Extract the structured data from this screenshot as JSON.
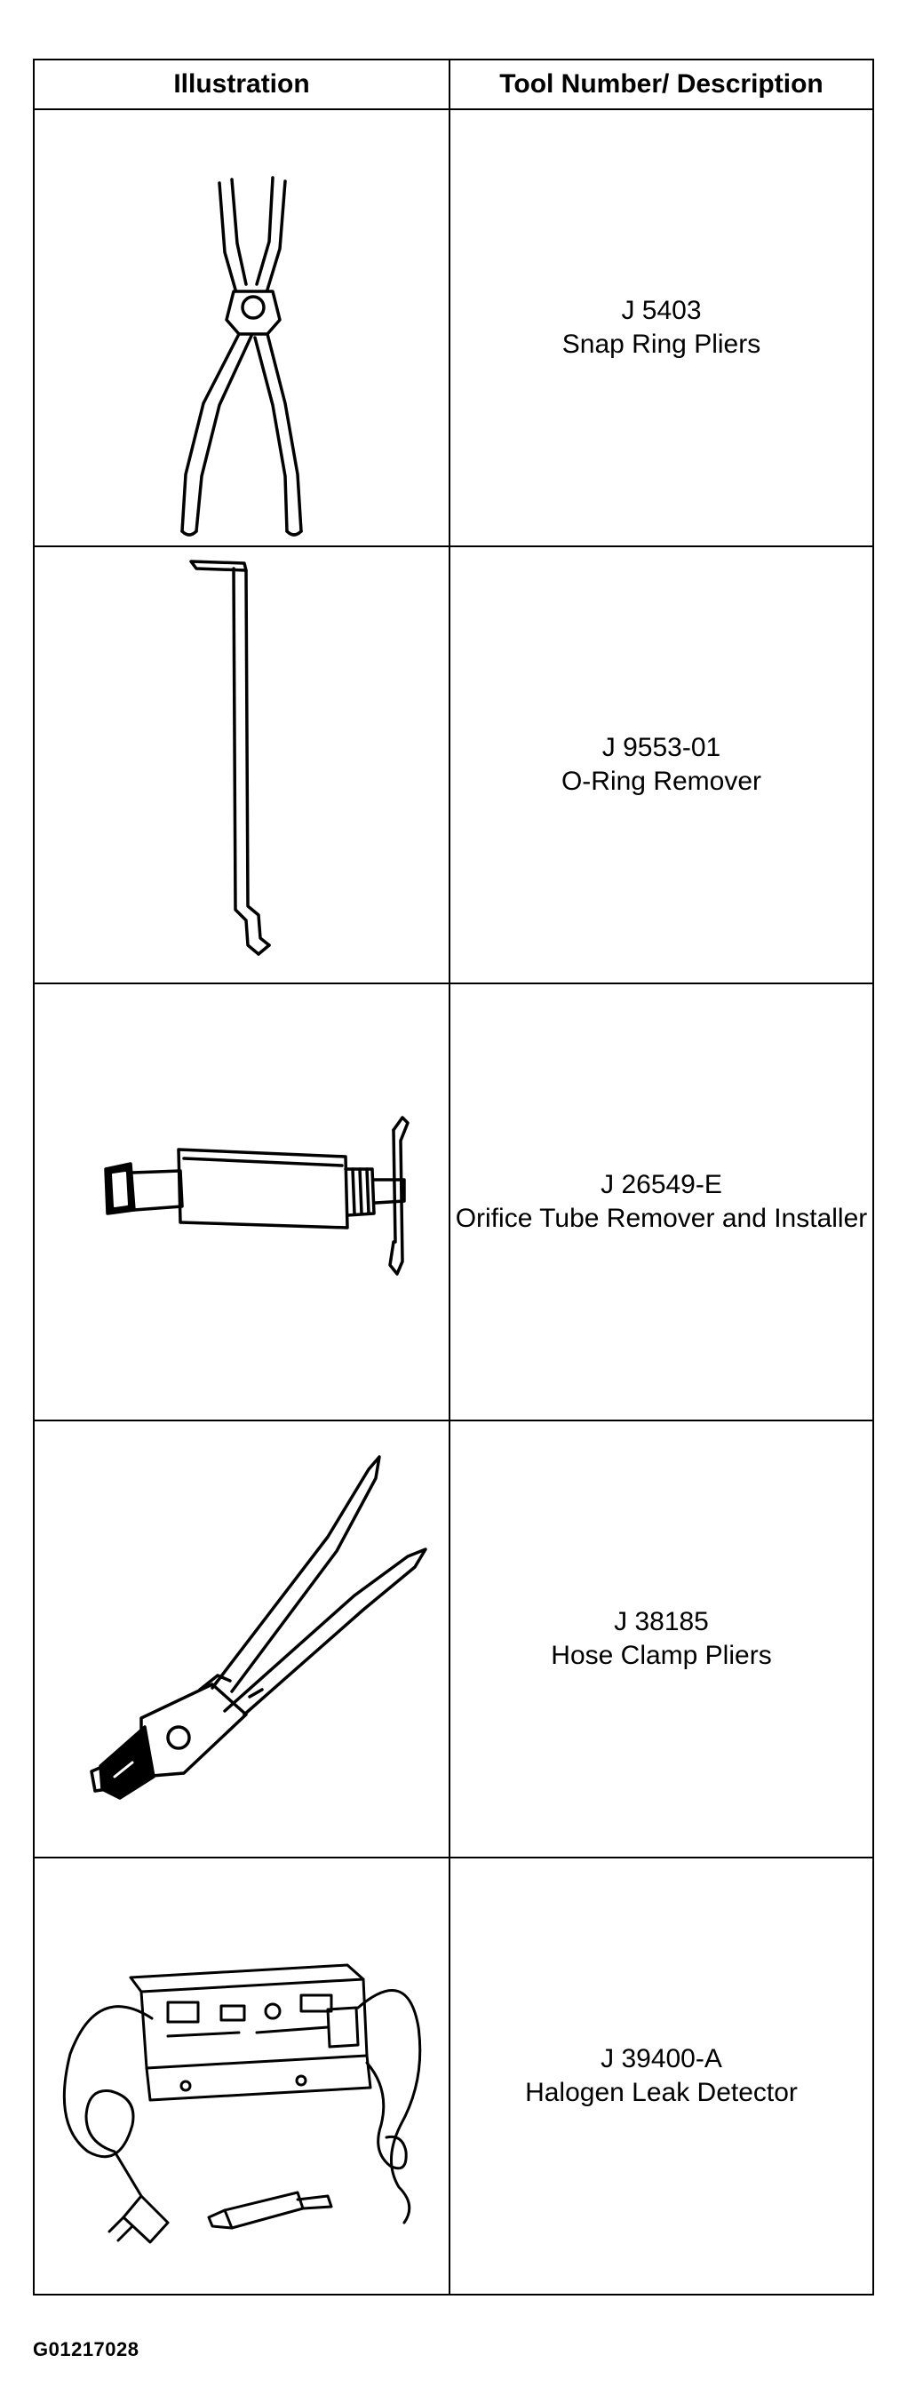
{
  "table": {
    "headers": {
      "illustration": "Illustration",
      "tool_number_description": "Tool Number/ Description"
    },
    "rows": [
      {
        "tool_number": "J 5403",
        "description": "Snap Ring Pliers",
        "icon": "snap-ring-pliers-icon"
      },
      {
        "tool_number": "J 9553-01",
        "description": "O-Ring Remover",
        "icon": "o-ring-remover-icon"
      },
      {
        "tool_number": "J 26549-E",
        "description": "Orifice Tube Remover and Installer",
        "icon": "orifice-tube-remover-icon"
      },
      {
        "tool_number": "J 38185",
        "description": "Hose Clamp Pliers",
        "icon": "hose-clamp-pliers-icon"
      },
      {
        "tool_number": "J 39400-A",
        "description": "Halogen Leak Detector",
        "icon": "halogen-leak-detector-icon"
      }
    ]
  },
  "figure_id": "G01217028"
}
